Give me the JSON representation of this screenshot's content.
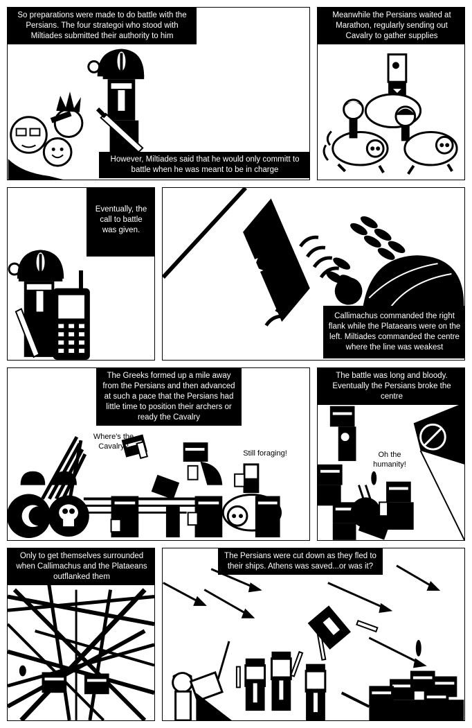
{
  "panels": [
    {
      "caption_1": "So preparations were made to do battle with the Persians. The four strategoi who stood with Miltiades submitted their authority to him",
      "caption_2": "However, Miltiades said that he would only committ to battle when he was meant to be in charge"
    },
    {
      "caption_1": "Meanwhile the Persians waited at Marathon, regularly sending out Cavalry to gather supplies"
    },
    {
      "caption_1": "Eventually, the call to battle was given."
    },
    {
      "caption_1": "Callimachus commanded the right flank while the Plataeans were on the left. Miltiades commanded the centre where the line was weakest"
    },
    {
      "caption_1": "The Greeks formed up a mile away from the Persians and then advanced at such a pace that the Persians had little time to position their archers or ready the Cavalry",
      "speech_1": "Where's the Cavalry?",
      "speech_2": "Still foraging!"
    },
    {
      "caption_1": "The battle was long and bloody. Eventually the Persians broke the centre",
      "speech_1": "Oh the humanity!"
    },
    {
      "caption_1": "Only to get themselves surrounded when Callimachus and the Plataeans outflanked them"
    },
    {
      "caption_1": "The Persians were cut down as they fled to their ships. Athens was saved...or was it?"
    }
  ]
}
